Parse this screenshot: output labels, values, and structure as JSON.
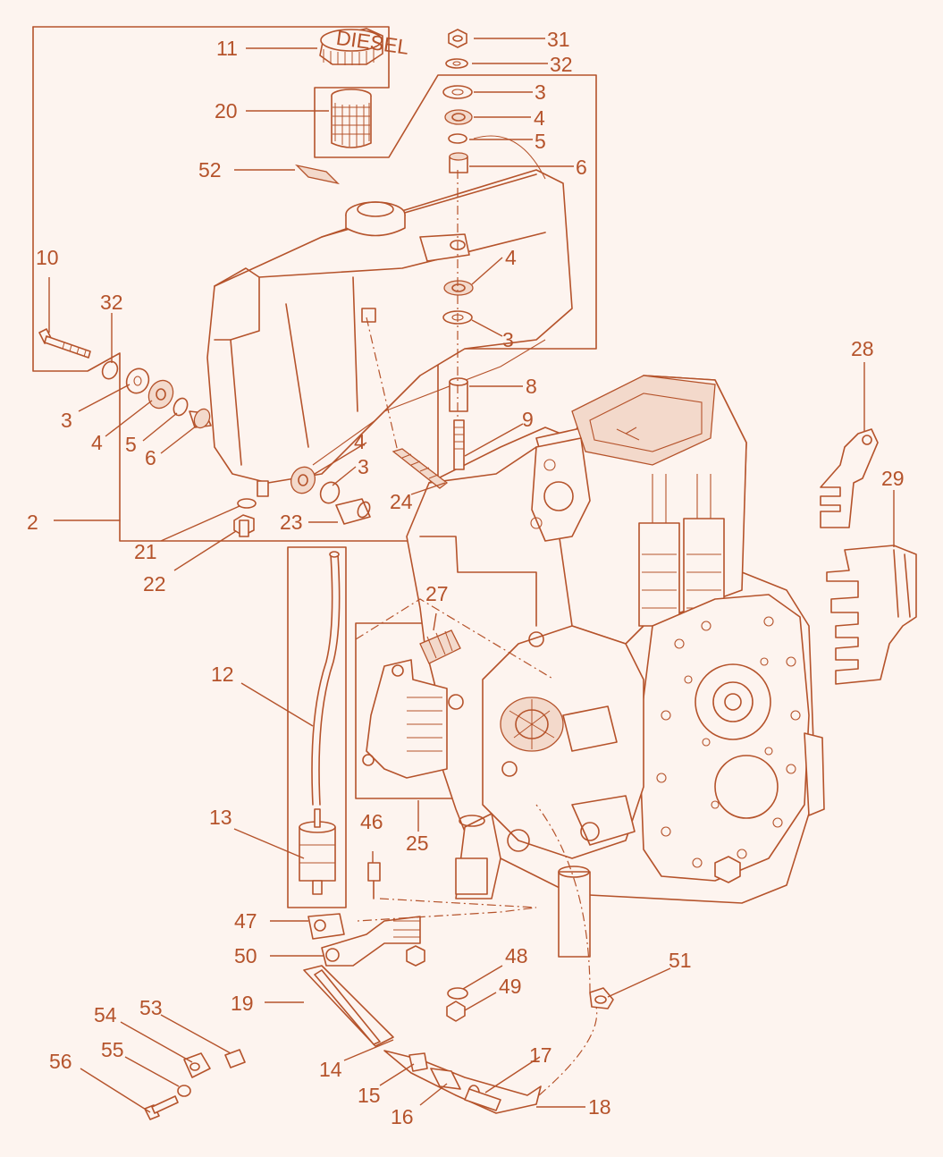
{
  "diagram": {
    "accent_color": "#b5532b",
    "background_color": "#fdf4ef",
    "cap_text": "DIESEL",
    "callouts": {
      "c2": "2",
      "c3a": "3",
      "c3b": "3",
      "c3c": "3",
      "c3d": "3",
      "c4a": "4",
      "c4b": "4",
      "c4c": "4",
      "c4d": "4",
      "c5a": "5",
      "c5b": "5",
      "c6a": "6",
      "c6b": "6",
      "c8": "8",
      "c9": "9",
      "c10": "10",
      "c11": "11",
      "c12": "12",
      "c13": "13",
      "c14": "14",
      "c15": "15",
      "c16": "16",
      "c17": "17",
      "c18": "18",
      "c19": "19",
      "c20": "20",
      "c21": "21",
      "c22": "22",
      "c23": "23",
      "c24": "24",
      "c25": "25",
      "c27": "27",
      "c28": "28",
      "c29": "29",
      "c31": "31",
      "c32a": "32",
      "c32b": "32",
      "c46": "46",
      "c47": "47",
      "c48": "48",
      "c49": "49",
      "c50": "50",
      "c51": "51",
      "c52": "52",
      "c53": "53",
      "c54": "54",
      "c55": "55",
      "c56": "56"
    }
  }
}
